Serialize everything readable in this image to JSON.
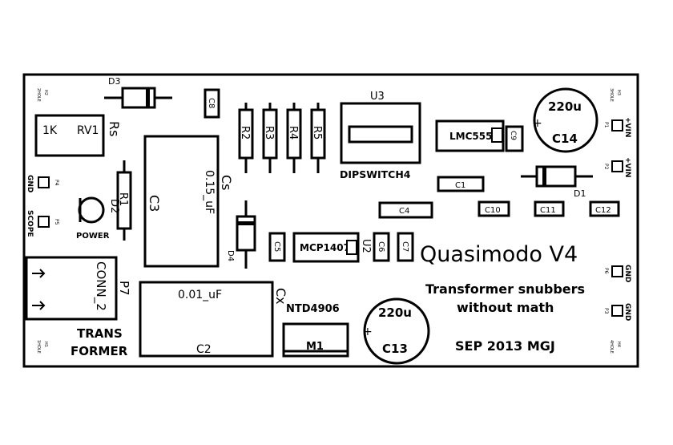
{
  "board": {
    "title": "Quasimodo V4",
    "subtitle_line1": "Transformer snubbers",
    "subtitle_line2": "without math",
    "date_line": "SEP 2013 MGJ"
  },
  "components": {
    "d3": "D3",
    "c8": "C8",
    "u3": "U3",
    "dipswitch": "DIPSWITCH4",
    "lmc555": "LMC555",
    "c9": "C9",
    "c14_value": "220u",
    "c14": "C14",
    "c13_value": "220u",
    "c13": "C13",
    "rv1": "RV1",
    "rv1_value": "1K",
    "rs": "Rs",
    "r1": "R1",
    "r2": "R2",
    "r3": "R3",
    "r4": "R4",
    "r5": "R5",
    "d2": "D2",
    "power": "POWER",
    "c3": "C3",
    "cs": "Cs",
    "cs_value": "0.15_uF",
    "d4": "D4",
    "c5": "C5",
    "mcp1407": "MCP1407",
    "u2": "U2",
    "c6": "C6",
    "c7": "C7",
    "c1": "C1",
    "c4": "C4",
    "c10": "C10",
    "c11": "C11",
    "c12": "C12",
    "d1": "D1",
    "conn2": "CONN_2",
    "p7": "P7",
    "trans_line1": "TRANS",
    "trans_line2": "FORMER",
    "c2": "C2",
    "c2_value": "0.01_uF",
    "cx": "Cx",
    "ntd4906": "NTD4906",
    "m1": "M1"
  },
  "pads": {
    "gnd_left": "GND",
    "p4": "P4",
    "scope": "SCOPE",
    "p5": "P5",
    "vin1": "+VIN",
    "p1": "P1",
    "vin2": "+VIN",
    "p2": "P2",
    "gnd_right1": "GND",
    "p6": "P6",
    "gnd_right2": "GND",
    "p3": "P3"
  },
  "holes": {
    "h2_label": "H2",
    "h2_sub": "2HOLE",
    "h3_label": "H3",
    "h3_sub": "3HOLE",
    "h1_label": "H1",
    "h1_sub": "1HOLE",
    "h4_label": "H4",
    "h4_sub": "4HOLE"
  }
}
